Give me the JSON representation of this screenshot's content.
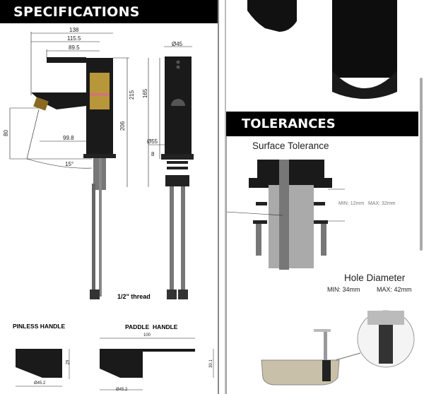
{
  "specifications": {
    "title": "SPECIFICATIONS",
    "dimensions": {
      "d138": "138",
      "d115": "115.5",
      "d89": "89.5",
      "d45": "Ø45",
      "d215": "215",
      "d165": "165",
      "d206": "206",
      "d80": "80",
      "d99": "99.8",
      "d55": "Ø55",
      "d8": "8",
      "angle": "15°"
    },
    "thread_label": "1/2\" thread",
    "pinless": {
      "title": "PINLESS HANDLE",
      "height": "29",
      "diameter": "Ø45.2"
    },
    "paddle": {
      "title": "PADDLE  HANDLE",
      "length": "100",
      "height": "30.1",
      "diameter": "Ø45.2"
    }
  },
  "tolerances": {
    "title": "TOLERANCES",
    "surface_title": "Surface Tolerance",
    "surface_range": "MIN: 12mm   MAX: 32mm",
    "hole_title": "Hole Diameter",
    "hole_min": "MIN: 34mm",
    "hole_max": "MAX: 42mm"
  },
  "colors": {
    "header_bg": "#000000",
    "brass": "#b8963a"
  }
}
